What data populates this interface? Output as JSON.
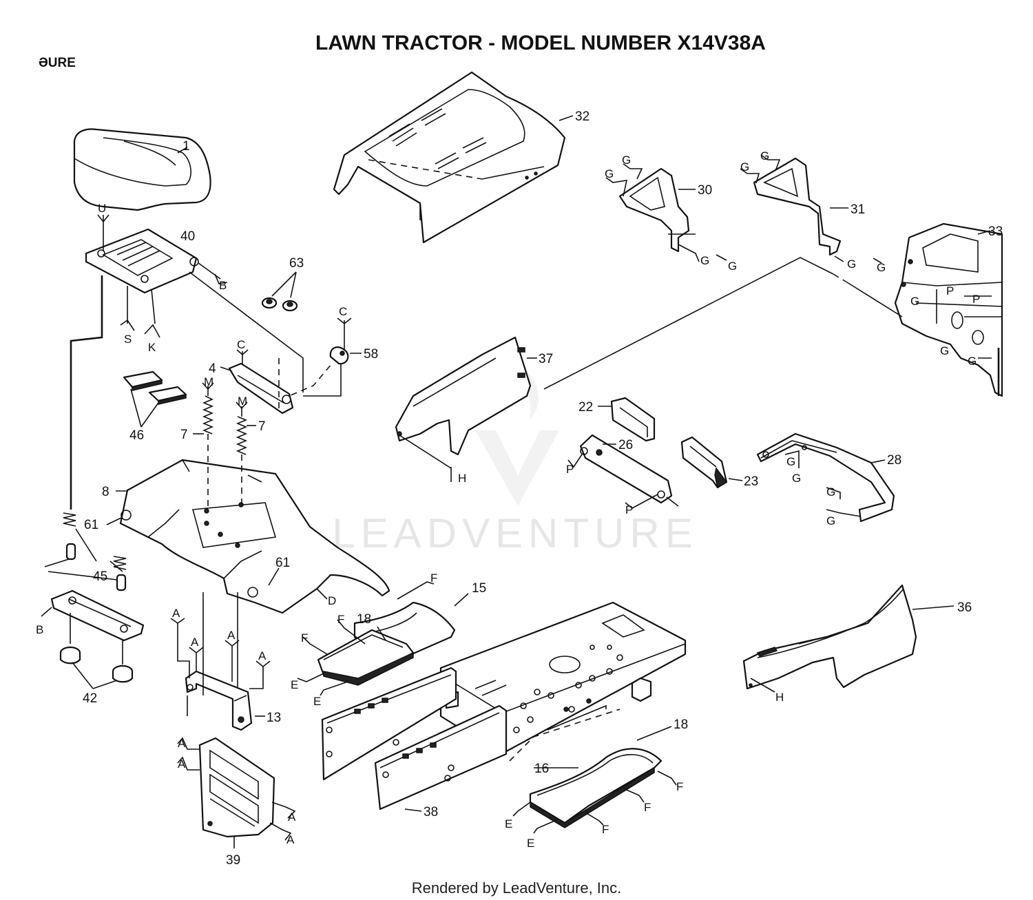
{
  "title": "LAWN TRACTOR - MODEL NUMBER X14V38A",
  "corner_text": "ƏURE",
  "footer": "Rendered by LeadVenture, Inc.",
  "watermark": "LEADVENTURE",
  "callouts": {
    "c1": "1",
    "c40": "40",
    "c63": "63",
    "c58": "58",
    "c4": "4",
    "c7a": "7",
    "c7b": "7",
    "c46": "46",
    "c8": "8",
    "c61a": "61",
    "c61b": "61",
    "c45": "45",
    "c42": "42",
    "c13": "13",
    "c39": "39",
    "c32": "32",
    "c30": "30",
    "c31": "31",
    "c33": "33",
    "c37": "37",
    "c22": "22",
    "c26": "26",
    "c23": "23",
    "c28": "28",
    "c15": "15",
    "c18a": "18",
    "c18b": "18",
    "c16": "16",
    "c38": "38",
    "c36": "36"
  },
  "letters": {
    "U": "U",
    "B": "B",
    "S": "S",
    "K": "K",
    "C": "C",
    "M": "M",
    "D": "D",
    "A": "A",
    "E": "E",
    "F": "F",
    "G": "G",
    "H": "H",
    "P": "P"
  }
}
